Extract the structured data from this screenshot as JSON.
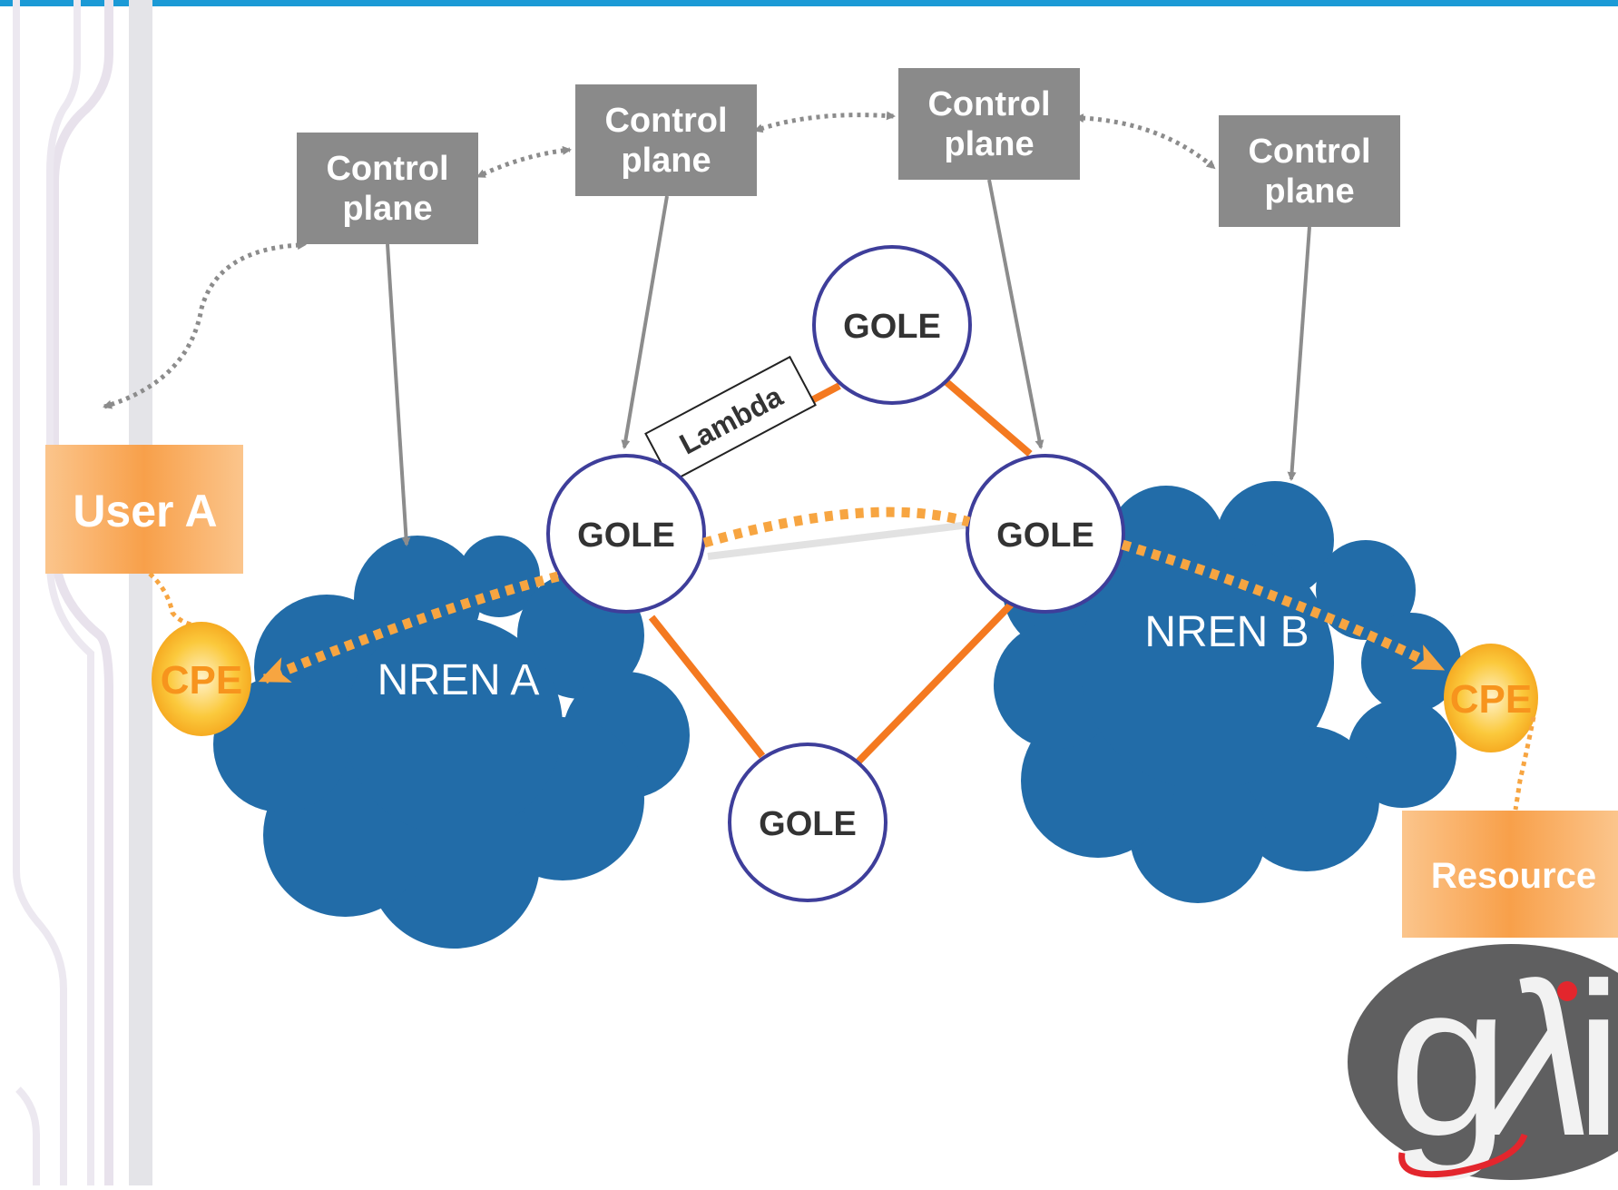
{
  "diagram": {
    "control_planes": [
      "Control plane",
      "Control plane",
      "Control plane",
      "Control plane"
    ],
    "goles": [
      "GOLE",
      "GOLE",
      "GOLE",
      "GOLE"
    ],
    "lambda_label": "Lambda",
    "nren_a": "NREN A",
    "nren_b": "NREN B",
    "cpe_a": "CPE",
    "cpe_b": "CPE",
    "user": "User A",
    "resource": "Resource",
    "logo_text": "glif"
  },
  "colors": {
    "top_bar": "#1b9ad6",
    "control_plane_box": "#8a8a8a",
    "cloud": "#226ca8",
    "gole_border": "#3e3e9a",
    "link": "#f47920",
    "path_dotted": "#f7a541",
    "cpe": "#f7941d",
    "arrow_gray": "#8c8c8c"
  }
}
